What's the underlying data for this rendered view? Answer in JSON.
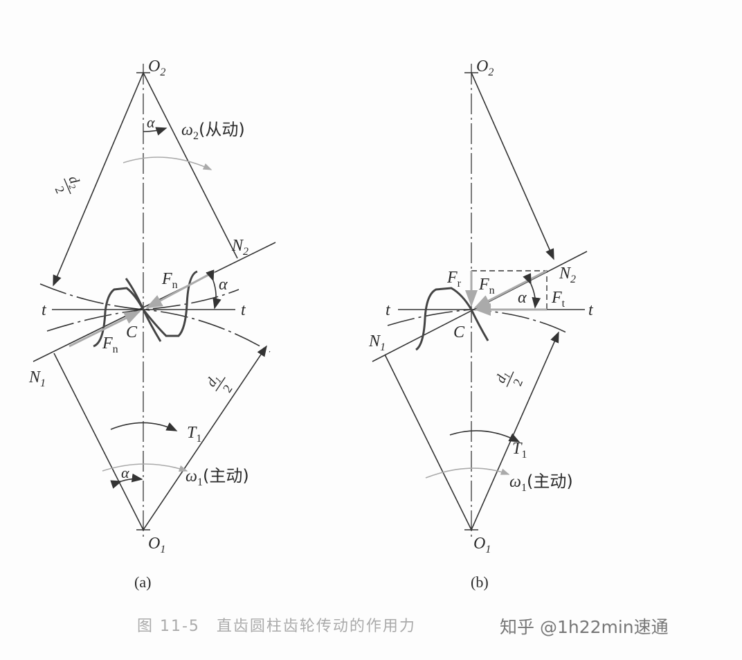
{
  "diagram_a": {
    "label": "(a)",
    "O2": "O",
    "O2_sub": "2",
    "O1": "O",
    "O1_sub": "1",
    "N1": "N",
    "N1_sub": "1",
    "N2": "N",
    "N2_sub": "2",
    "C": "C",
    "t": "t",
    "alpha": "α",
    "Fn": "F",
    "Fn_sub": "n",
    "omega2": "ω",
    "omega2_sub": "2",
    "omega2_note": "(从动)",
    "omega1": "ω",
    "omega1_sub": "1",
    "omega1_note": "(主动)",
    "T1": "T",
    "T1_sub": "1",
    "d2": "d",
    "d2_sub": "2",
    "d1": "d",
    "d1_sub": "1",
    "half": "2"
  },
  "diagram_b": {
    "label": "(b)",
    "O2": "O",
    "O2_sub": "2",
    "O1": "O",
    "O1_sub": "1",
    "N1": "N",
    "N1_sub": "1",
    "N2": "N",
    "N2_sub": "2",
    "C": "C",
    "t": "t",
    "alpha": "α",
    "Fn": "F",
    "Fn_sub": "n",
    "Fr": "F",
    "Fr_sub": "r",
    "Ft": "F",
    "Ft_sub": "t",
    "omega1": "ω",
    "omega1_sub": "1",
    "omega1_note": "(主动)",
    "T1": "T",
    "T1_sub": "1",
    "d1": "d",
    "d1_sub": "1",
    "half": "2"
  },
  "caption": "图 11-5　直齿圆柱齿轮传动的作用力",
  "watermark": "知乎 @1h22min速通",
  "colors": {
    "line": "#333333",
    "force": "#aaaaaa",
    "caption": "#aaaaaa"
  }
}
